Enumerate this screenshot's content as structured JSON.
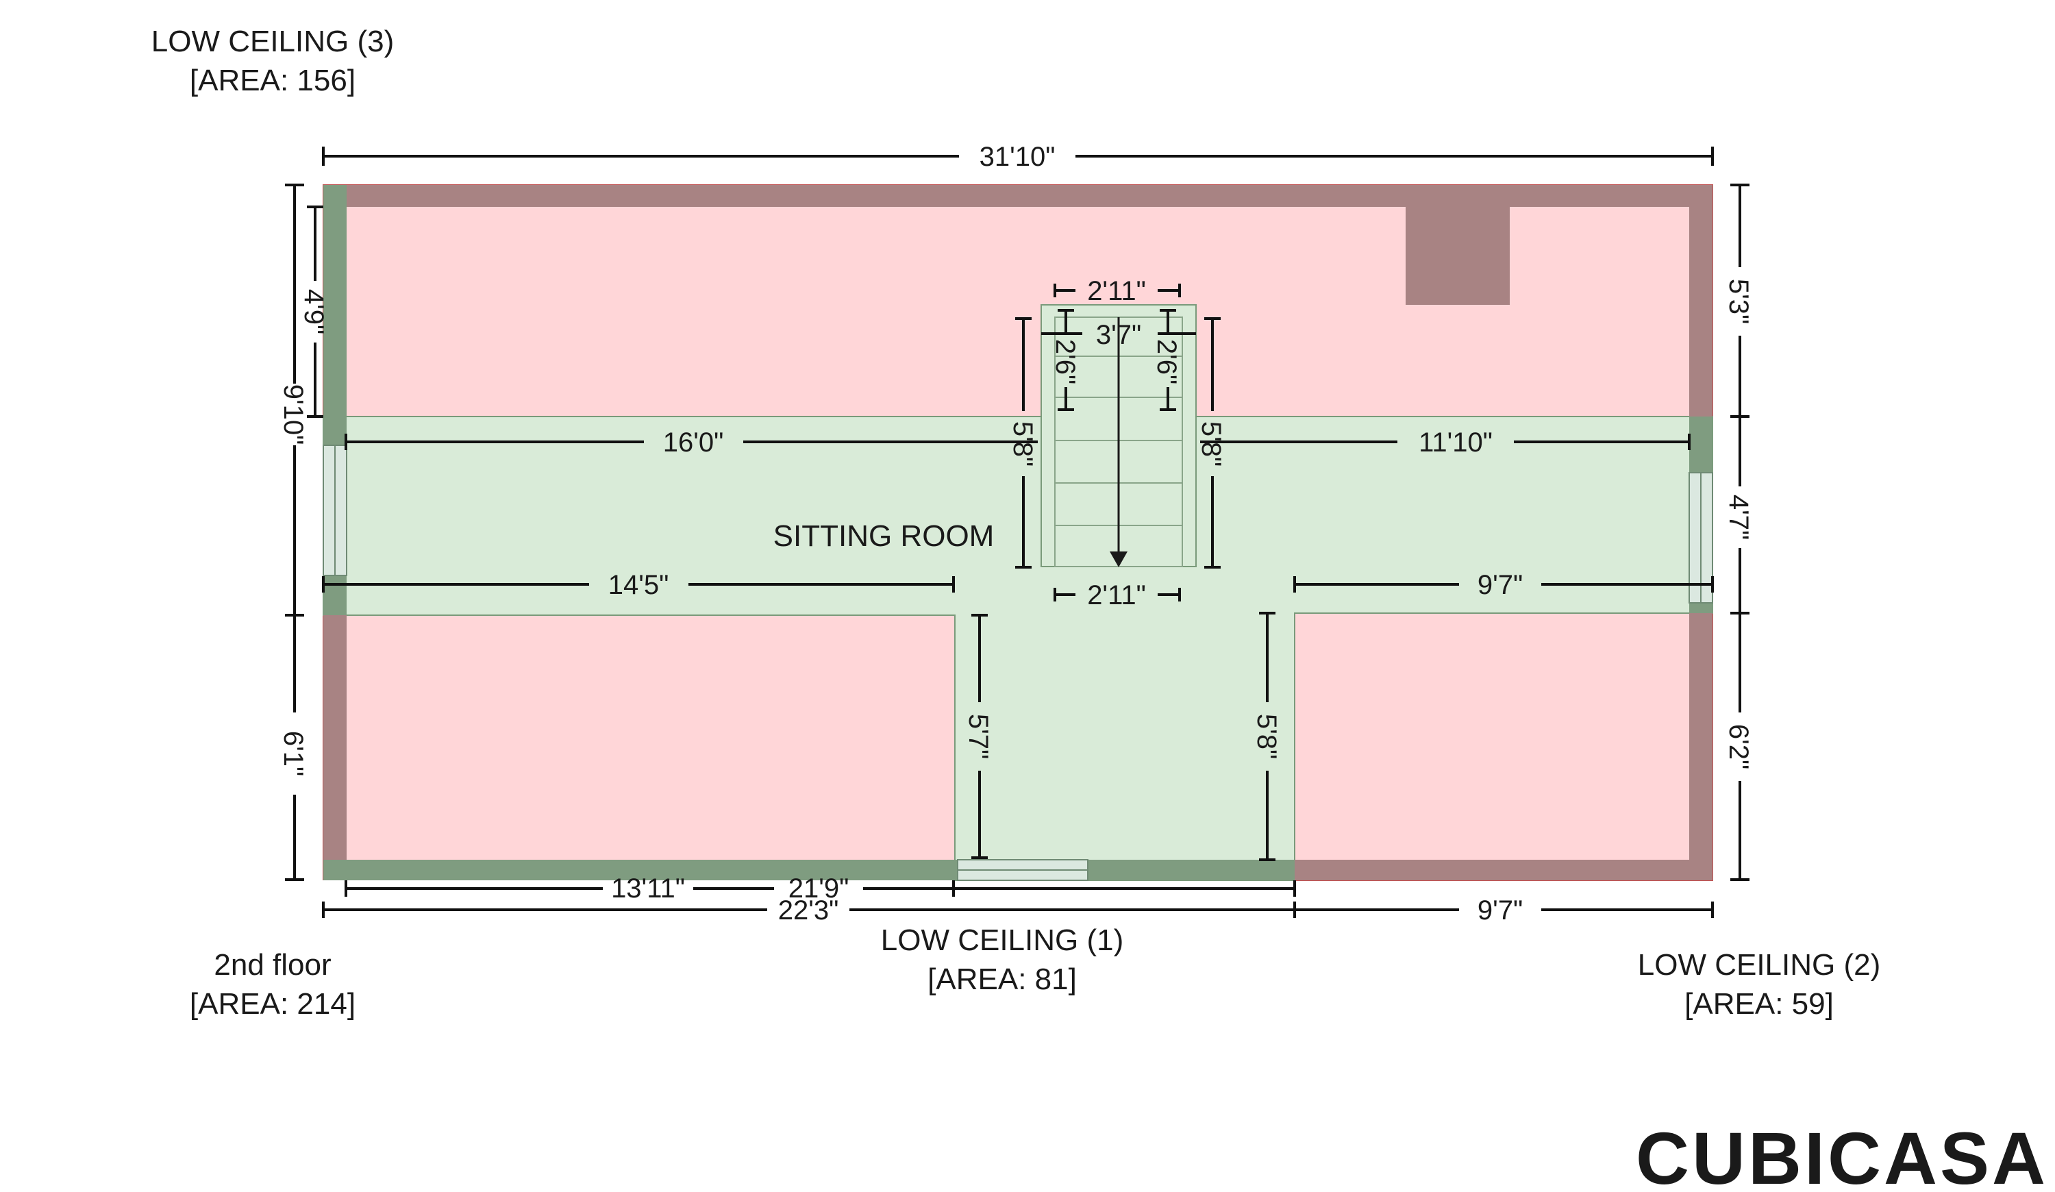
{
  "labels": {
    "low_ceiling_3": {
      "name": "LOW CEILING (3)",
      "area": "[AREA: 156]"
    },
    "second_floor": {
      "name": "2nd floor",
      "area": "[AREA: 214]"
    },
    "low_ceiling_1": {
      "name": "LOW CEILING (1)",
      "area": "[AREA: 81]"
    },
    "low_ceiling_2": {
      "name": "LOW CEILING (2)",
      "area": "[AREA: 59]"
    },
    "sitting_room": "SITTING ROOM",
    "watermark": "CUBICASA"
  },
  "dimensions": {
    "top_overall": "31'10\"",
    "left_upper_inner": "4'9\"",
    "left_total_upper": "9'10\"",
    "left_lower": "6'1\"",
    "right_upper": "5'3\"",
    "right_middle": "4'7\"",
    "right_lower": "6'2\"",
    "stair_top_outer": "2'11\"",
    "stair_top_inner": "3'7\"",
    "stair_left_inner": "2'6\"",
    "stair_right_inner": "2'6\"",
    "stair_left_outer": "5'8\"",
    "stair_right_outer": "5'8\"",
    "stair_bottom": "2'11\"",
    "corridor_left": "16'0\"",
    "corridor_right": "11'10\"",
    "room_left_width": "14'5\"",
    "room_right_width": "9'7\"",
    "lower_left_height": "5'7\"",
    "lower_right_height": "5'8\"",
    "bottom_13_11": "13'11\"",
    "bottom_21_9": "21'9\"",
    "bottom_22_3": "22'3\"",
    "bottom_9_7": "9'7\""
  },
  "colors": {
    "low_ceiling_fill": "#ffd6d8",
    "room_fill": "#d9ebd8",
    "wall_low": "#a88383",
    "wall_room": "#7f9c80",
    "dim_line": "#111111"
  }
}
